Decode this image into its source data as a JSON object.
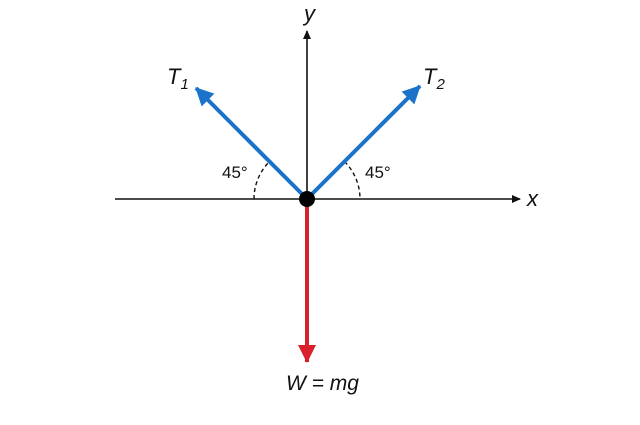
{
  "diagram": {
    "axes": {
      "x_label": "x",
      "y_label": "y"
    },
    "forces": {
      "t1": {
        "symbol": "T",
        "subscript": "1",
        "direction_deg": 135,
        "color": "#1a73c8"
      },
      "t2": {
        "symbol": "T",
        "subscript": "2",
        "direction_deg": 45,
        "color": "#1a73c8"
      },
      "weight": {
        "label": "W = mg",
        "direction_deg": 270,
        "color": "#d8212a"
      }
    },
    "angles": {
      "left": "45°",
      "right": "45°"
    },
    "colors": {
      "axis": "#111111",
      "origin_dot": "#000000"
    }
  }
}
